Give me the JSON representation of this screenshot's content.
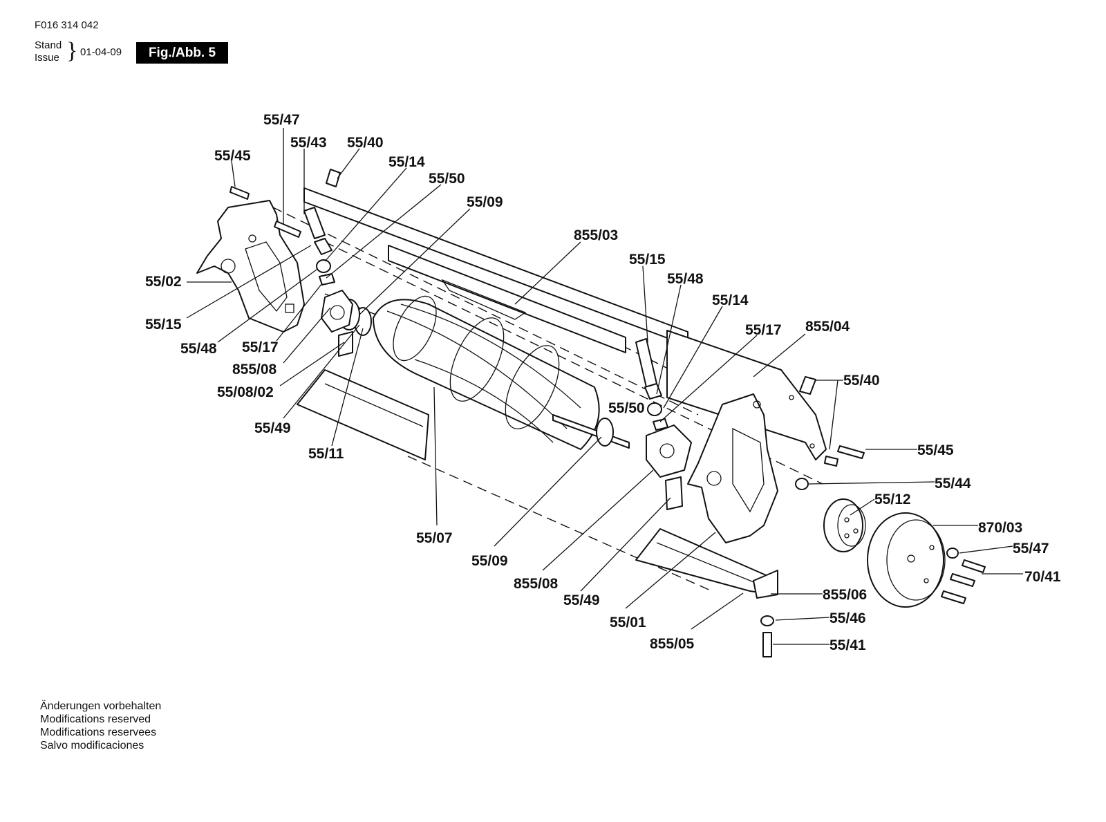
{
  "header": {
    "code": "F016 314 042",
    "stand_label": "Stand",
    "issue_label": "Issue",
    "date": "01-04-09",
    "figure": "Fig./Abb. 5"
  },
  "labels": {
    "l_55_47a": "55/47",
    "l_55_43": "55/43",
    "l_55_40a": "55/40",
    "l_55_45a": "55/45",
    "l_55_14a": "55/14",
    "l_55_50a": "55/50",
    "l_55_09a": "55/09",
    "l_855_03": "855/03",
    "l_55_02": "55/02",
    "l_55_15a": "55/15",
    "l_55_48a": "55/48",
    "l_55_17a": "55/17",
    "l_855_08a": "855/08",
    "l_55_08_02": "55/08/02",
    "l_55_49a": "55/49",
    "l_55_11": "55/11",
    "l_55_15b": "55/15",
    "l_55_48b": "55/48",
    "l_55_14b": "55/14",
    "l_55_17b": "55/17",
    "l_855_04": "855/04",
    "l_55_40b": "55/40",
    "l_55_50b": "55/50",
    "l_55_45b": "55/45",
    "l_55_44": "55/44",
    "l_55_12": "55/12",
    "l_870_03": "870/03",
    "l_55_47b": "55/47",
    "l_70_41": "70/41",
    "l_55_07": "55/07",
    "l_55_09b": "55/09",
    "l_855_08b": "855/08",
    "l_55_49b": "55/49",
    "l_55_01": "55/01",
    "l_855_06": "855/06",
    "l_55_46": "55/46",
    "l_855_05": "855/05",
    "l_55_41": "55/41"
  },
  "disclaimer": [
    "Änderungen vorbehalten",
    "Modifications reserved",
    "Modifications reservees",
    "Salvo modificaciones"
  ]
}
